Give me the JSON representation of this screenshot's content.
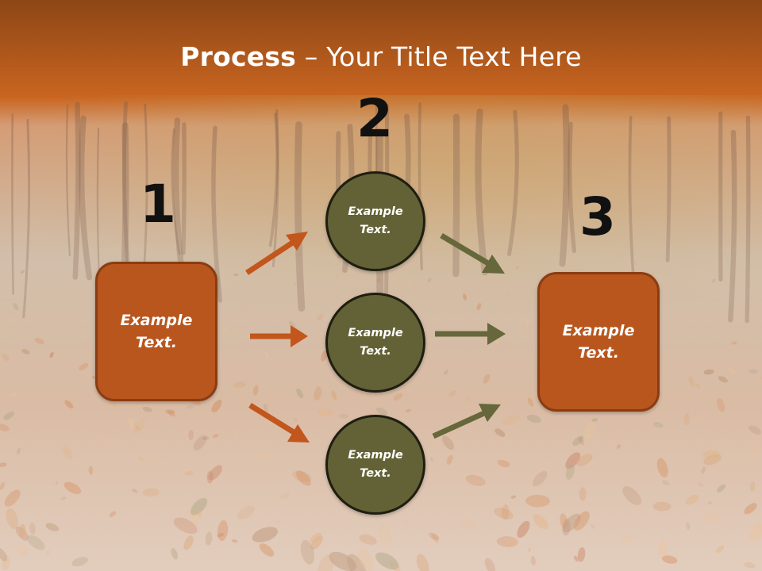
{
  "slide": {
    "title_bold": "Process",
    "title_rest": " – Your Title Text Here",
    "steps": [
      {
        "number": "1",
        "label": "Example\nText."
      },
      {
        "number": "2",
        "items": [
          "Example\nText.",
          "Example\nText.",
          "Example\nText."
        ]
      },
      {
        "number": "3",
        "label": "Example\nText."
      }
    ]
  },
  "colors": {
    "banner": "#c4621d",
    "box_fill": "#b8561e",
    "circle_fill": "#636236",
    "arrow_orange": "#c2561c",
    "arrow_olive": "#66673a"
  }
}
